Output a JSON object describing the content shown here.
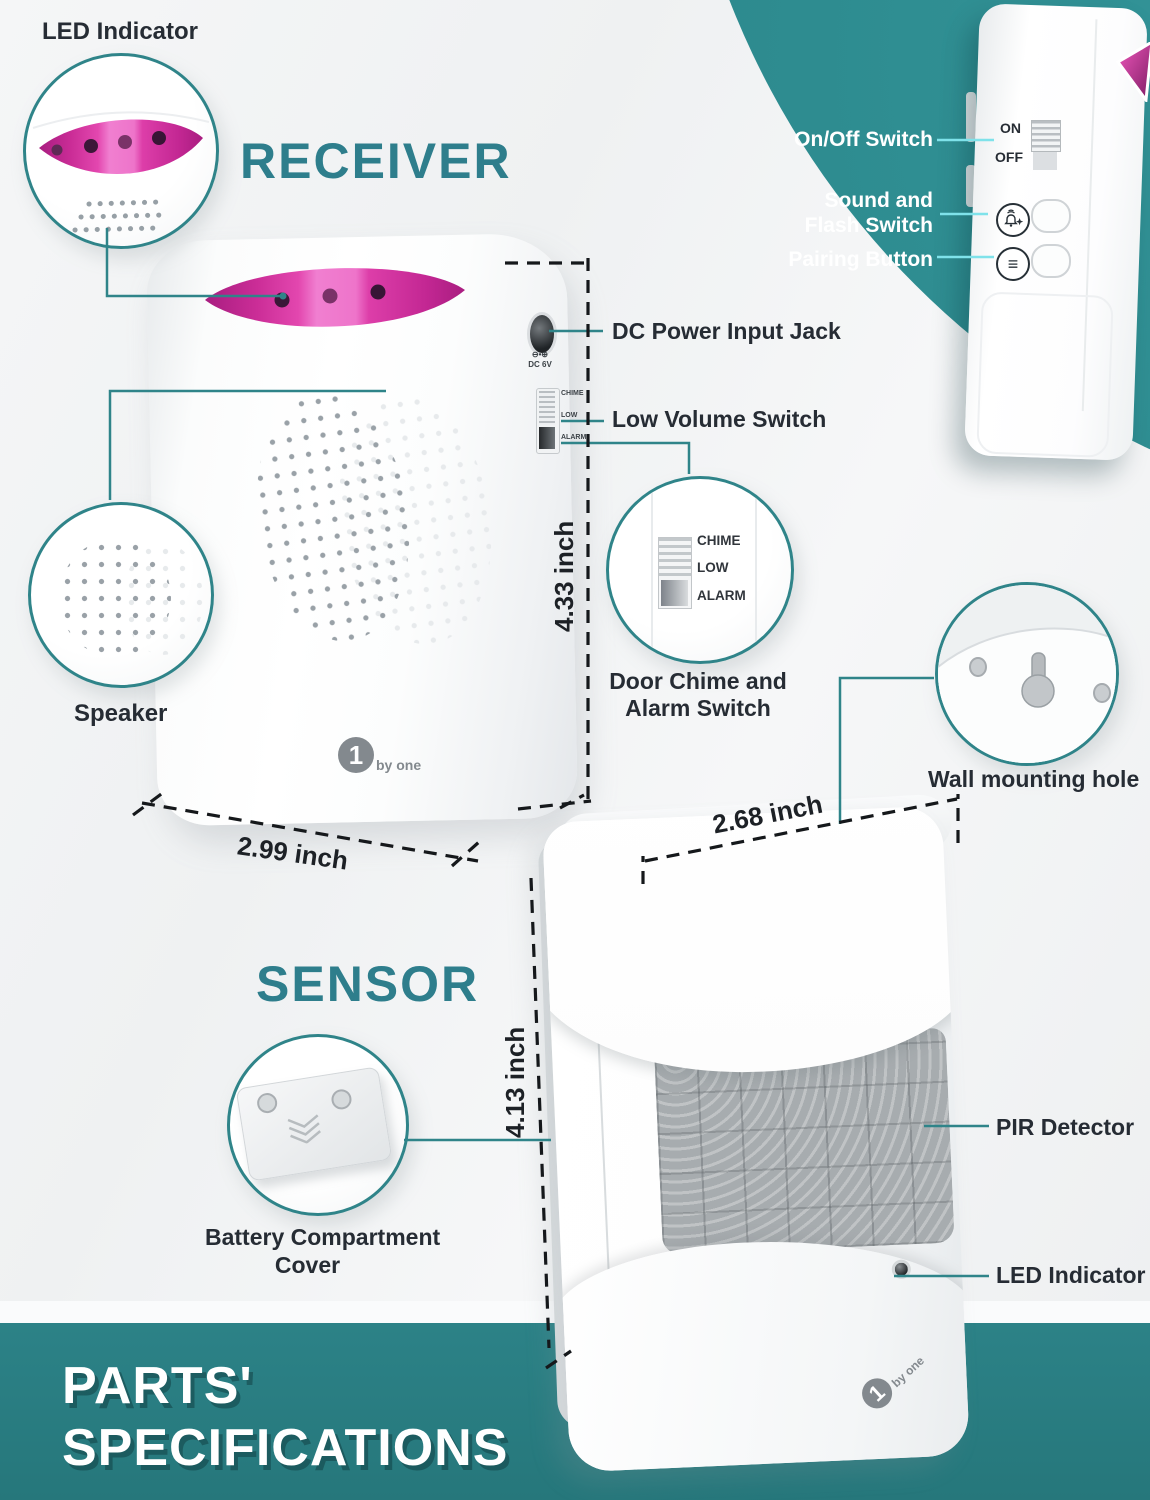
{
  "colors": {
    "teal_accent": "#2B8589",
    "title_teal": "#2E7E8C",
    "pink_led": "#D934A4",
    "cyan_line": "#7FE2EA"
  },
  "receiver_section": {
    "title": "RECEIVER",
    "led_label": "LED Indicator",
    "speaker_label": "Speaker",
    "dc_label": "DC Power Input Jack",
    "low_volume_label": "Low Volume Switch",
    "chime_label_line1": "Door Chime and",
    "chime_label_line2": "Alarm Switch",
    "height_dim": "4.33 inch",
    "width_dim": "2.99 inch",
    "switch_options": [
      "CHIME",
      "LOW",
      "ALARM"
    ],
    "dc_jack_marking_line1": "⊖•⊕",
    "dc_jack_marking_line2": "DC 6V",
    "logo_mark": "1",
    "logo_text": "by one"
  },
  "side_view_section": {
    "on_off_label": "On/Off Switch",
    "sound_flash_label_line1": "Sound and",
    "sound_flash_label_line2": "Flash Switch",
    "pairing_label": "Pairing Button",
    "on_text": "ON",
    "off_text": "OFF",
    "pairing_glyph": "≡"
  },
  "sensor_section": {
    "title": "SENSOR",
    "wall_label": "Wall mounting hole",
    "pir_label": "PIR Detector",
    "led_label": "LED Indicator",
    "battery_label_line1": "Battery Compartment",
    "battery_label_line2": "Cover",
    "width_dim": "2.68 inch",
    "height_dim": "4.13 inch",
    "logo_mark": "1",
    "logo_text": "by one"
  },
  "footer": {
    "title_line1": "PARTS'",
    "title_line2": "SPECIFICATIONS"
  }
}
